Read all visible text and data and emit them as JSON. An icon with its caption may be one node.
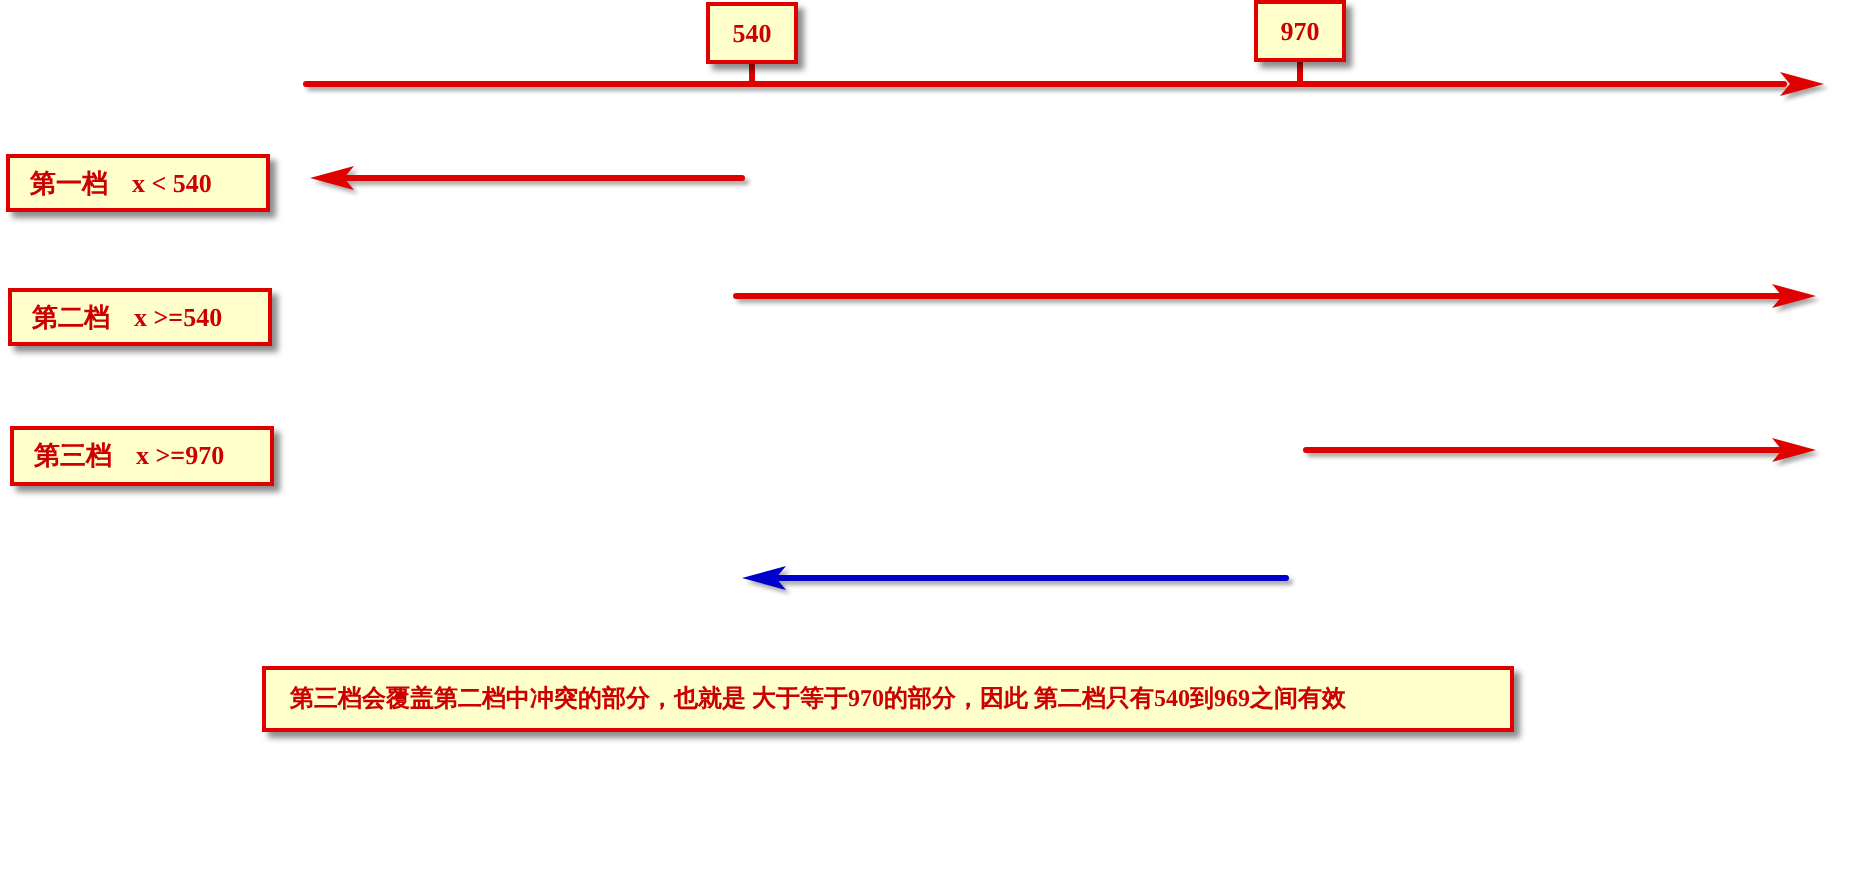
{
  "diagram": {
    "nodes": [
      {
        "text": [
          "540"
        ]
      },
      {
        "text": [
          "970"
        ]
      },
      {
        "text": [
          "第一档",
          "x < 540"
        ]
      },
      {
        "text": [
          "第二档",
          "x >=540"
        ]
      },
      {
        "text": [
          "第三档",
          "x >=970"
        ]
      },
      {
        "text": [
          "第三档会覆盖第二档中冲突的部分，也就是 大于等于970的部分，因此 第二档只有540到969之间有效"
        ]
      }
    ],
    "edges": [
      {
        "from": 0,
        "to": null,
        "arrow": "none"
      },
      {
        "from": 1,
        "to": null,
        "arrow": "none"
      }
    ]
  }
}
